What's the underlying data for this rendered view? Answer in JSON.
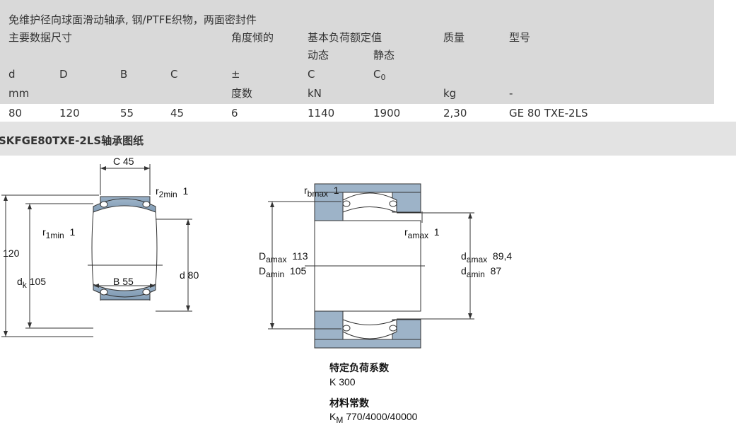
{
  "spec": {
    "product_title": "免维护径向球面滑动轴承, 钢/PTFE织物，两面密封件",
    "group_dimensions": "主要数据尺寸",
    "group_angle": "角度倾的",
    "group_load": "基本负荷额定值",
    "group_load_dynamic": "动态",
    "group_load_static": "静态",
    "group_mass": "质量",
    "group_designation": "型号",
    "symbols": {
      "d": "d",
      "D": "D",
      "B": "B",
      "C": "C",
      "angle": "±",
      "dyn": "C",
      "stat_main": "C",
      "stat_sub": "0"
    },
    "units": {
      "dims": "mm",
      "angle": "度数",
      "load": "kN",
      "mass": "kg",
      "designation": "-"
    },
    "values": {
      "d": "80",
      "D": "120",
      "B": "55",
      "C": "45",
      "angle": "6",
      "dyn": "1140",
      "stat": "1900",
      "mass": "2,30",
      "designation": "GE 80 TXE-2LS"
    }
  },
  "drawing_title": "SKFGE80TXE-2LS轴承图纸",
  "drawing": {
    "C": "C  45",
    "r2_main": "r",
    "r2_sub": "2min",
    "r2_val": "1",
    "r1_main": "r",
    "r1_sub": "1min",
    "r1_val": "1",
    "D_val": "120",
    "dk_main": "d",
    "dk_sub": "k",
    "dk_val": "105",
    "B": "B  55",
    "d": "d  80",
    "rb_main": "r",
    "rb_sub": "bmax",
    "rb_val": "1",
    "ra_main": "r",
    "ra_sub": "amax",
    "ra_val": "1",
    "Damax_main": "D",
    "Damax_sub": "amax",
    "Damax_val": "113",
    "Damin_main": "D",
    "Damin_sub": "amin",
    "Damin_val": "105",
    "damax_main": "d",
    "damax_sub": "amax",
    "damax_val": "89,4",
    "damin_main": "d",
    "damin_sub": "amin",
    "damin_val": "87"
  },
  "factors": {
    "load_factor_title": "特定负荷系数",
    "load_factor_value": "K  300",
    "material_title": "材料常数",
    "km_main": "K",
    "km_sub": "M",
    "km_value": "770/4000/40000"
  }
}
